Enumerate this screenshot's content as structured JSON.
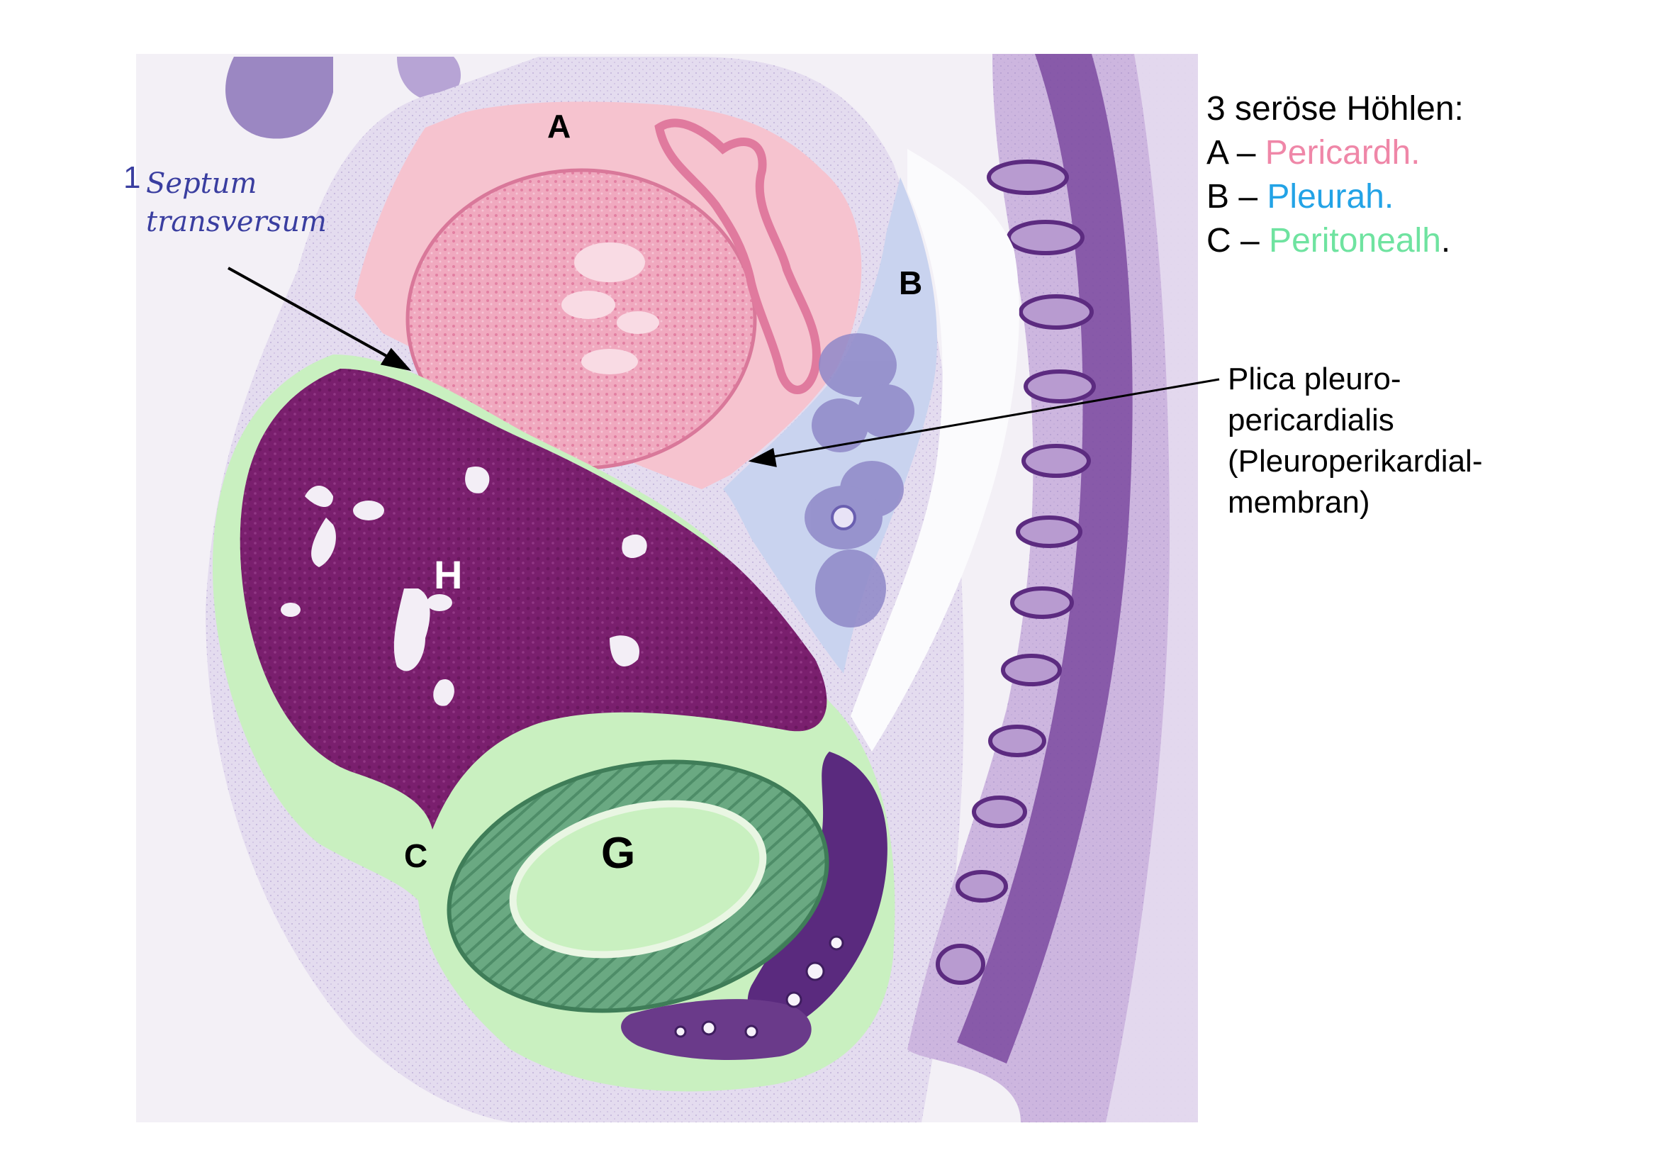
{
  "annotations": {
    "septum_number": "1",
    "septum_line1": "Septum",
    "septum_line2": "transversum",
    "plica_line1": "Plica pleuro-",
    "plica_line2": "pericardialis",
    "plica_line3": "(Pleuroperikardial-",
    "plica_line4": "membran)"
  },
  "legend": {
    "title": "3 seröse Höhlen:",
    "items": [
      {
        "letter": "A",
        "dash": " – ",
        "name": "Pericardh.",
        "color": "#ef87a8",
        "suffix": ""
      },
      {
        "letter": "B",
        "dash": " – ",
        "name": "Pleurah.",
        "color": "#23a3e6",
        "suffix": ""
      },
      {
        "letter": "C",
        "dash": " – ",
        "name": "Peritonealh",
        "color": "#6fe3a0",
        "suffix": "."
      }
    ]
  },
  "labels": {
    "A": "A",
    "B": "B",
    "C": "C",
    "G": "G",
    "H": "H"
  },
  "colors": {
    "pericardial_cavity": "#f6c3cf",
    "pleural_cavity": "#c9d3ef",
    "peritoneal_cavity": "#c9f0c0",
    "liver": "#7a1f6e",
    "gut_wall": "#5fa07a",
    "tissue": "#c8b6de"
  }
}
